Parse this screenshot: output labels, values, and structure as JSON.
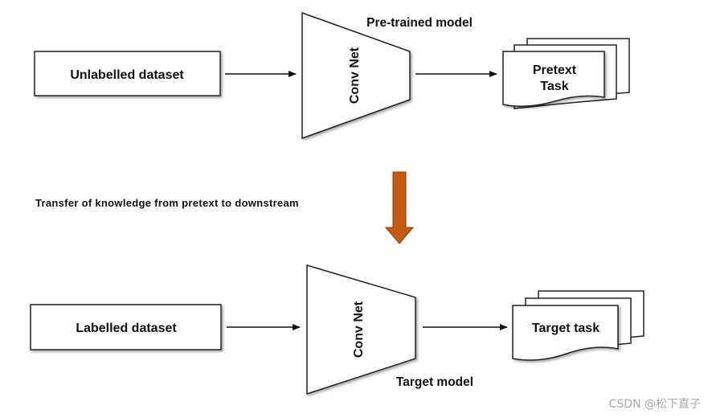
{
  "top": {
    "input_label": "Unlabelled dataset",
    "network_label": "Conv Net",
    "model_caption": "Pre-trained model",
    "task_label_line1": "Pretext",
    "task_label_line2": "Task"
  },
  "transfer": {
    "caption": "Transfer of knowledge  from pretext to downstream",
    "arrow_color": "#C55A11"
  },
  "bottom": {
    "input_label": "Labelled dataset",
    "network_label": "Conv Net",
    "model_caption": "Target model",
    "task_label": "Target task"
  },
  "watermark": "CSDN @松下直子"
}
